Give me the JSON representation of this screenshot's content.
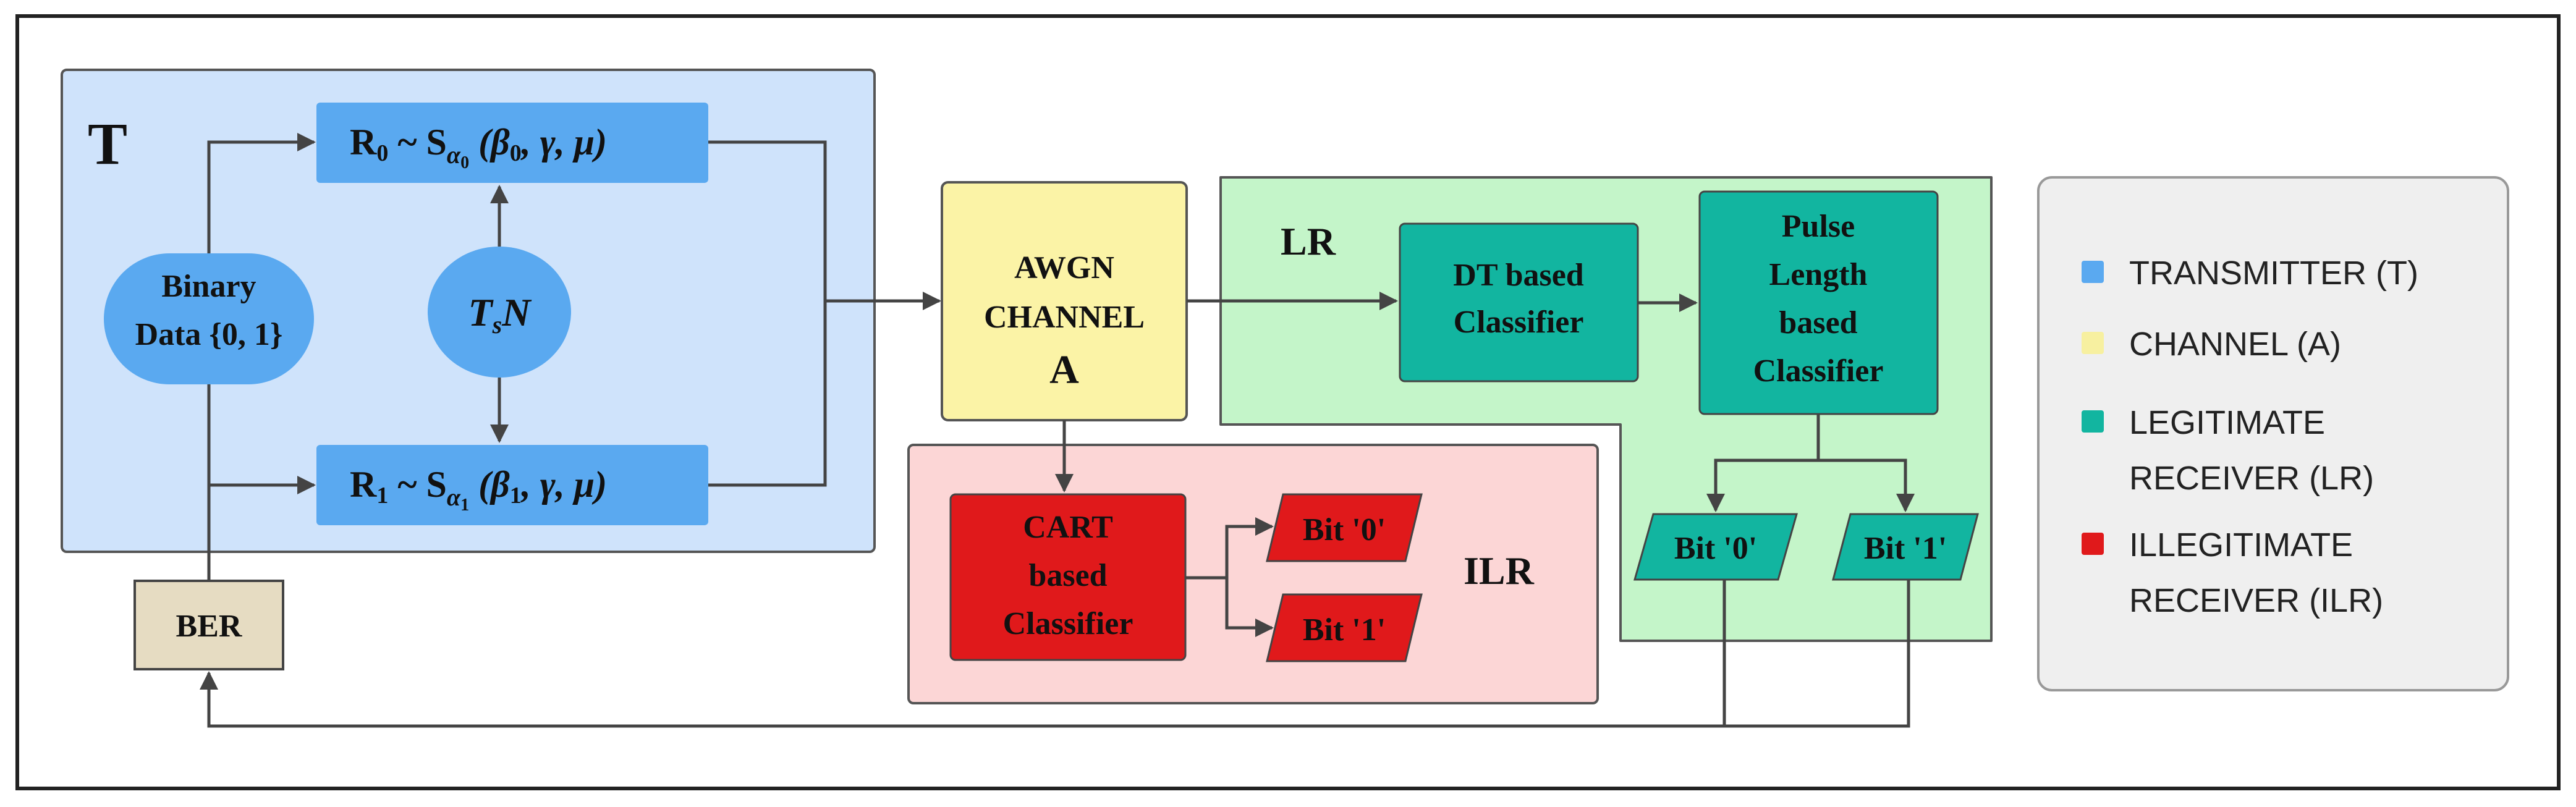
{
  "regions": {
    "transmitter": "T",
    "legitimate_receiver": "LR",
    "illegitimate_receiver": "ILR"
  },
  "blocks": {
    "r0": {
      "prefix": "R",
      "sub": "0",
      "tilde": " ~ S",
      "alpha_sub": "α",
      "alpha_subsub": "0",
      "params": " (β",
      "beta_sub": "0",
      "rest": ", γ, μ)"
    },
    "r1": {
      "prefix": "R",
      "sub": "1",
      "tilde": " ~ S",
      "alpha_sub": "α",
      "alpha_subsub": "1",
      "params": " (β",
      "beta_sub": "1",
      "rest": ", γ, μ)"
    },
    "binary_data": {
      "line1": "Binary",
      "line2": "Data {0, 1}"
    },
    "tsn": {
      "t": "T",
      "s": "s",
      "n": "N"
    },
    "awgn": {
      "line1": "AWGN",
      "line2": "CHANNEL",
      "line3": "A"
    },
    "dt_classifier": {
      "line1": "DT based",
      "line2": "Classifier"
    },
    "pulse_classifier": {
      "line1": "Pulse",
      "line2": "Length",
      "line3": "based",
      "line4": "Classifier"
    },
    "cart_classifier": {
      "line1": "CART",
      "line2": "based",
      "line3": "Classifier"
    },
    "bit0": "Bit '0'",
    "bit1": "Bit '1'",
    "ber": "BER"
  },
  "legend": {
    "items": [
      {
        "color": "#5aa9f0",
        "lines": [
          "TRANSMITTER (T)"
        ]
      },
      {
        "color": "#f7f0a0",
        "lines": [
          "CHANNEL (A)"
        ]
      },
      {
        "color": "#12b5a0",
        "lines": [
          "LEGITIMATE",
          "RECEIVER (LR)"
        ]
      },
      {
        "color": "#e0191b",
        "lines": [
          "ILLEGITIMATE",
          "RECEIVER (ILR)"
        ]
      }
    ]
  }
}
